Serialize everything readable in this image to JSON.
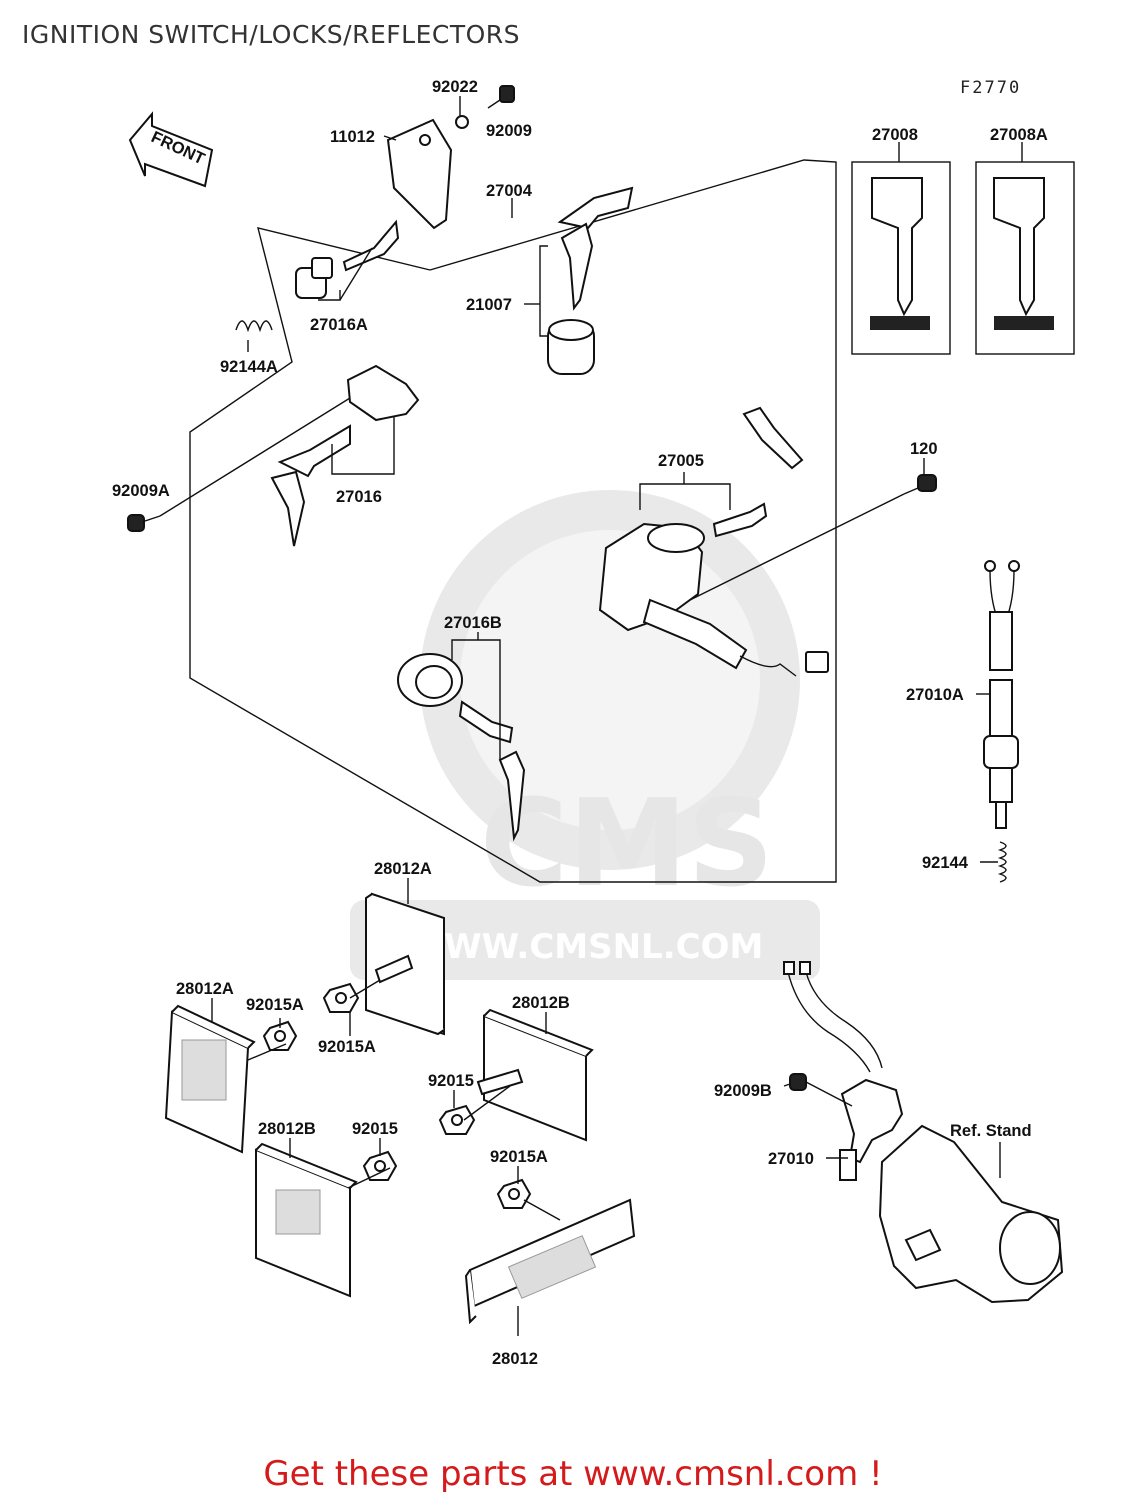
{
  "title": "IGNITION SWITCH/LOCKS/REFLECTORS",
  "diagram_code": "F2770",
  "footer": "Get these parts at www.cmsnl.com !",
  "watermark": {
    "brand": "CMS",
    "url": "WWW.CMSNL.COM"
  },
  "front_arrow": "FRONT",
  "colors": {
    "footer": "#d41a1a",
    "lines": "#111111",
    "watermark": "#e6e6e6"
  },
  "parts": {
    "p92022": "92022",
    "p92009": "92009",
    "p11012": "11012",
    "p27004": "27004",
    "p21007": "21007",
    "p27016A": "27016A",
    "p92144A": "92144A",
    "p27008": "27008",
    "p27008A": "27008A",
    "p92009A": "92009A",
    "p27016": "27016",
    "p27005": "27005",
    "p120": "120",
    "p27016B": "27016B",
    "p27010A": "27010A",
    "p92144": "92144",
    "p28012A_top": "28012A",
    "p28012A_left": "28012A",
    "p92015A_1": "92015A",
    "p92015A_2": "92015A",
    "p28012B_right": "28012B",
    "p92015_1": "92015",
    "p28012B_left": "28012B",
    "p92015_2": "92015",
    "p92015A_3": "92015A",
    "p28012": "28012",
    "p92009B": "92009B",
    "p27010": "27010",
    "ref_stand": "Ref. Stand"
  }
}
